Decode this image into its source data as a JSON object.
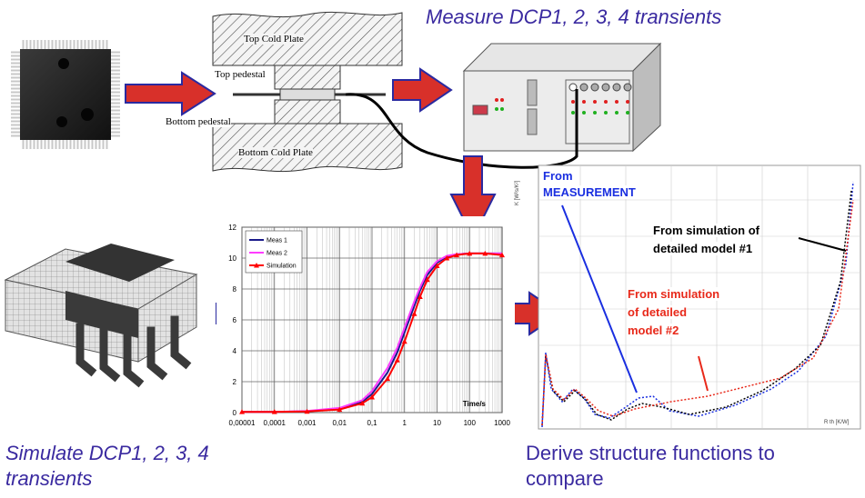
{
  "captions": {
    "measure": "Measure DCP1, 2, 3, 4 transients",
    "simulate_line1": "Simulate DCP1, 2, 3, 4",
    "simulate_line2": "transients",
    "derive_line1": "Derive structure functions to",
    "derive_line2": "compare"
  },
  "fixture": {
    "top_plate": "Top Cold Plate",
    "top_pedestal": "Top pedestal",
    "bottom_pedestal": "Bottom pedestal",
    "bottom_plate": "Bottom Cold Plate"
  },
  "structure_labels": {
    "measurement_1": "From",
    "measurement_2": "MEASUREMENT",
    "sim1_1": "From simulation of",
    "sim1_2": "detailed model #1",
    "sim2_1": "From simulation",
    "sim2_2": "of detailed",
    "sim2_3": "model #2",
    "x_axis": "R th  [K/W]",
    "y_axis": "K  [W²s/K²]"
  },
  "colors": {
    "caption": "#3a2aa0",
    "arrow_fill": "#d8302a",
    "arrow_edge": "#2a2aa0",
    "measurement": "#1a2fe0",
    "sim1": "#000000",
    "sim2": "#e8291a",
    "meas1": "#1a1a8a",
    "meas2": "#ff3cff",
    "simulation": "#ff0000"
  },
  "chart_data": {
    "type": "line",
    "xscale": "log",
    "xlim": [
      1e-05,
      1000
    ],
    "ylim": [
      0,
      12
    ],
    "xlabel": "Time/s",
    "xticks": [
      "0,00001",
      "0,0001",
      "0,001",
      "0,01",
      "0,1",
      "1",
      "10",
      "100",
      "1000"
    ],
    "yticks": [
      "0",
      "2",
      "4",
      "6",
      "8",
      "10",
      "12"
    ],
    "legend": "top-left",
    "x": [
      1e-05,
      0.0001,
      0.001,
      0.01,
      0.05,
      0.1,
      0.3,
      0.6,
      1,
      2,
      3,
      5,
      10,
      20,
      40,
      100,
      300,
      1000
    ],
    "series": [
      {
        "name": "Meas 1",
        "values": [
          0.05,
          0.05,
          0.08,
          0.25,
          0.7,
          1.2,
          2.6,
          3.9,
          5.2,
          6.9,
          7.9,
          8.9,
          9.7,
          10.1,
          10.25,
          10.3,
          10.3,
          10.3
        ]
      },
      {
        "name": "Meas 2",
        "values": [
          0.05,
          0.05,
          0.1,
          0.3,
          0.8,
          1.4,
          2.9,
          4.2,
          5.5,
          7.2,
          8.1,
          9.1,
          9.8,
          10.15,
          10.25,
          10.3,
          10.3,
          10.3
        ]
      },
      {
        "name": "Simulation",
        "values": [
          0.05,
          0.05,
          0.07,
          0.2,
          0.6,
          1.0,
          2.2,
          3.4,
          4.6,
          6.4,
          7.5,
          8.6,
          9.5,
          10.0,
          10.2,
          10.3,
          10.3,
          10.2
        ]
      }
    ]
  }
}
